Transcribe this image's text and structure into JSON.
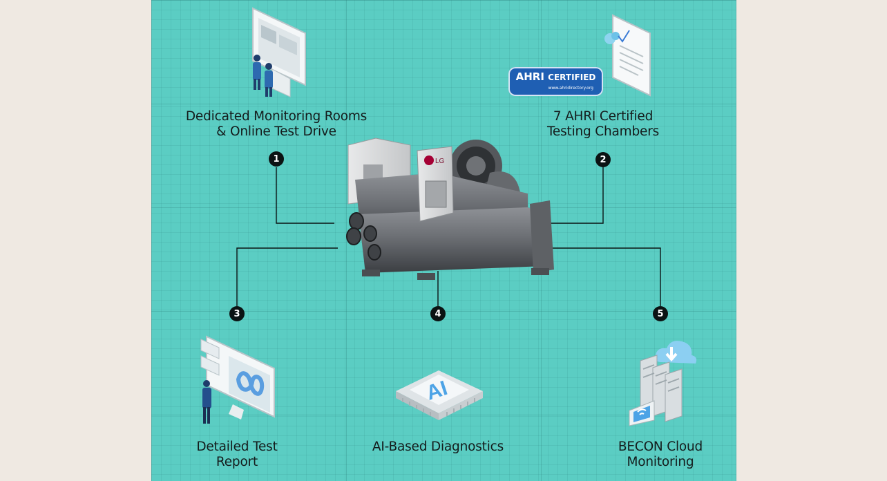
{
  "colors": {
    "background": "#efe9e2",
    "panel": "#5bcdc3",
    "marker": "#0b1313",
    "ahri_badge": "#1f5fb3"
  },
  "equipment": {
    "brand_logo": "LG"
  },
  "features": [
    {
      "number": "1",
      "line1": "Dedicated Monitoring Rooms",
      "line2": "& Online Test Drive",
      "icon": "monitoring-room-icon"
    },
    {
      "number": "2",
      "line1": "7 AHRI Certified",
      "line2": "Testing Chambers",
      "icon": "certificate-icon"
    },
    {
      "number": "3",
      "line1": "Detailed Test",
      "line2": "Report",
      "icon": "test-report-icon"
    },
    {
      "number": "4",
      "line1": "AI-Based Diagnostics",
      "line2": "",
      "icon": "ai-chip-icon"
    },
    {
      "number": "5",
      "line1": "BECON Cloud",
      "line2": "Monitoring",
      "icon": "cloud-server-icon"
    }
  ],
  "ahri_badge": {
    "brand": "AHRI",
    "word": "CERTIFIED",
    "url": "www.ahridirectory.org"
  },
  "ai_chip_text": "AI"
}
